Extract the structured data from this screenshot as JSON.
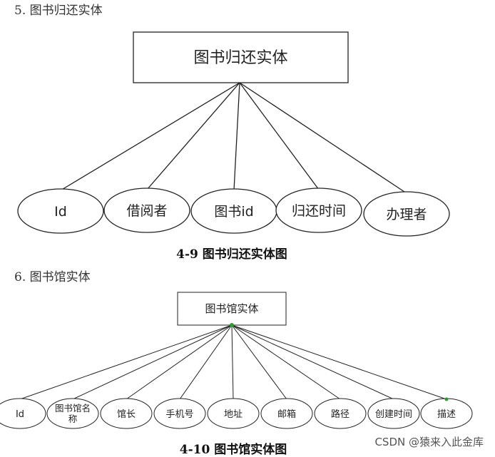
{
  "section5": {
    "heading": "5. 图书归还实体",
    "entity": "图书归还实体",
    "attributes": [
      "Id",
      "借阅者",
      "图书id",
      "归还时间",
      "办理者"
    ],
    "caption": "4-9 图书归还实体图"
  },
  "section6": {
    "heading": "6. 图书馆实体",
    "entity": "图书馆实体",
    "attributes": [
      "Id",
      "图书馆名称",
      "馆长",
      "手机号",
      "地址",
      "邮箱",
      "路径",
      "创建时间",
      "描述"
    ],
    "caption": "4-10 图书馆实体图"
  },
  "watermark": "CSDN @猿来入此金库",
  "colors": {
    "line": "#222222",
    "dot": "#2e9b2e"
  }
}
